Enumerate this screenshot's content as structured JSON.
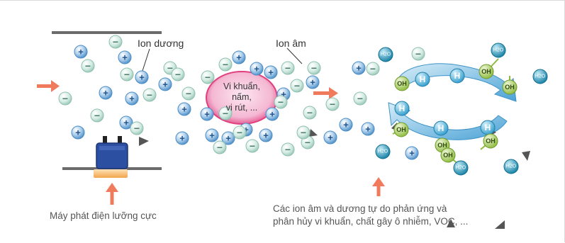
{
  "labels": {
    "positive_ion": "Ion dương",
    "negative_ion": "Ion âm",
    "generator": "Máy phát điện lưỡng cực",
    "bacteria_before": "Vi khuẩn,\nnấm,\nvi rút, ...",
    "bacteria_after": "Vi khuẩn, nấm\nVi rút, ...",
    "caption_line1": "Các ion âm và dương tự do phản ứng và",
    "caption_line2": "phân hủy vi khuẩn, chất gây ô nhiễm, VOC, ..."
  },
  "symbols": {
    "plus": "+",
    "minus": "−",
    "hydrogen": "H",
    "hydroxyl": "OH",
    "water": "H2O"
  },
  "colors": {
    "positive_ion": "#6fa9d8",
    "negative_ion": "#b9dccf",
    "arrow_orange": "#f07a5c",
    "bacteria_fill": "#f0a0c6",
    "bacteria_border": "#e0407f",
    "hydrogen": "#3aa9d8",
    "hydroxyl": "#9bc74a",
    "water": "#1f9bc0",
    "plate": "#6b6b6b",
    "generator_body": "#2d4fa1",
    "generator_base": "#f5b461"
  }
}
